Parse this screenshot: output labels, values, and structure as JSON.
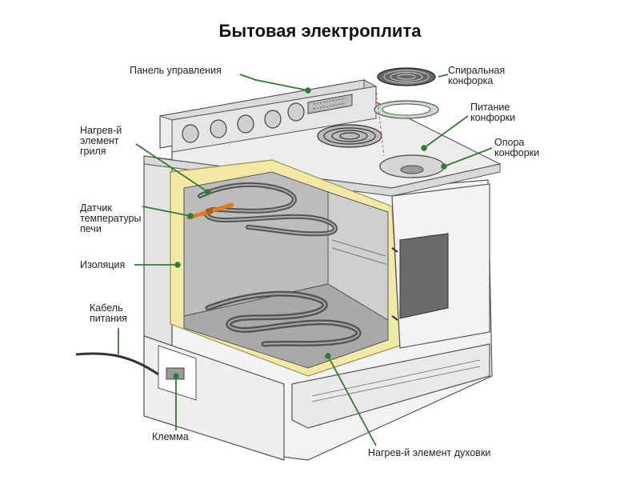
{
  "title": "Бытовая электроплита",
  "labels": {
    "control_panel": "Панель управления",
    "spiral_burner": [
      "Спиральная",
      "конфорка"
    ],
    "burner_power": [
      "Питание",
      "конфорки"
    ],
    "burner_support": [
      "Опора",
      "конфорки"
    ],
    "grill_element": [
      "Нагрев-й",
      "элемент",
      "гриля"
    ],
    "temp_sensor": [
      "Датчик",
      "температуры",
      "печи"
    ],
    "insulation": "Изоляция",
    "power_cable": [
      "Кабель",
      "питания"
    ],
    "terminal": "Клемма",
    "oven_element": "Нагрев-й элемент духовки"
  },
  "colors": {
    "callout_line": "#2e7d32",
    "insulation": "#f2e9a6",
    "element": "#555555",
    "body": "#f2f2f2",
    "cavity": "#c4c4c4",
    "sensor": "#e07b1e"
  }
}
